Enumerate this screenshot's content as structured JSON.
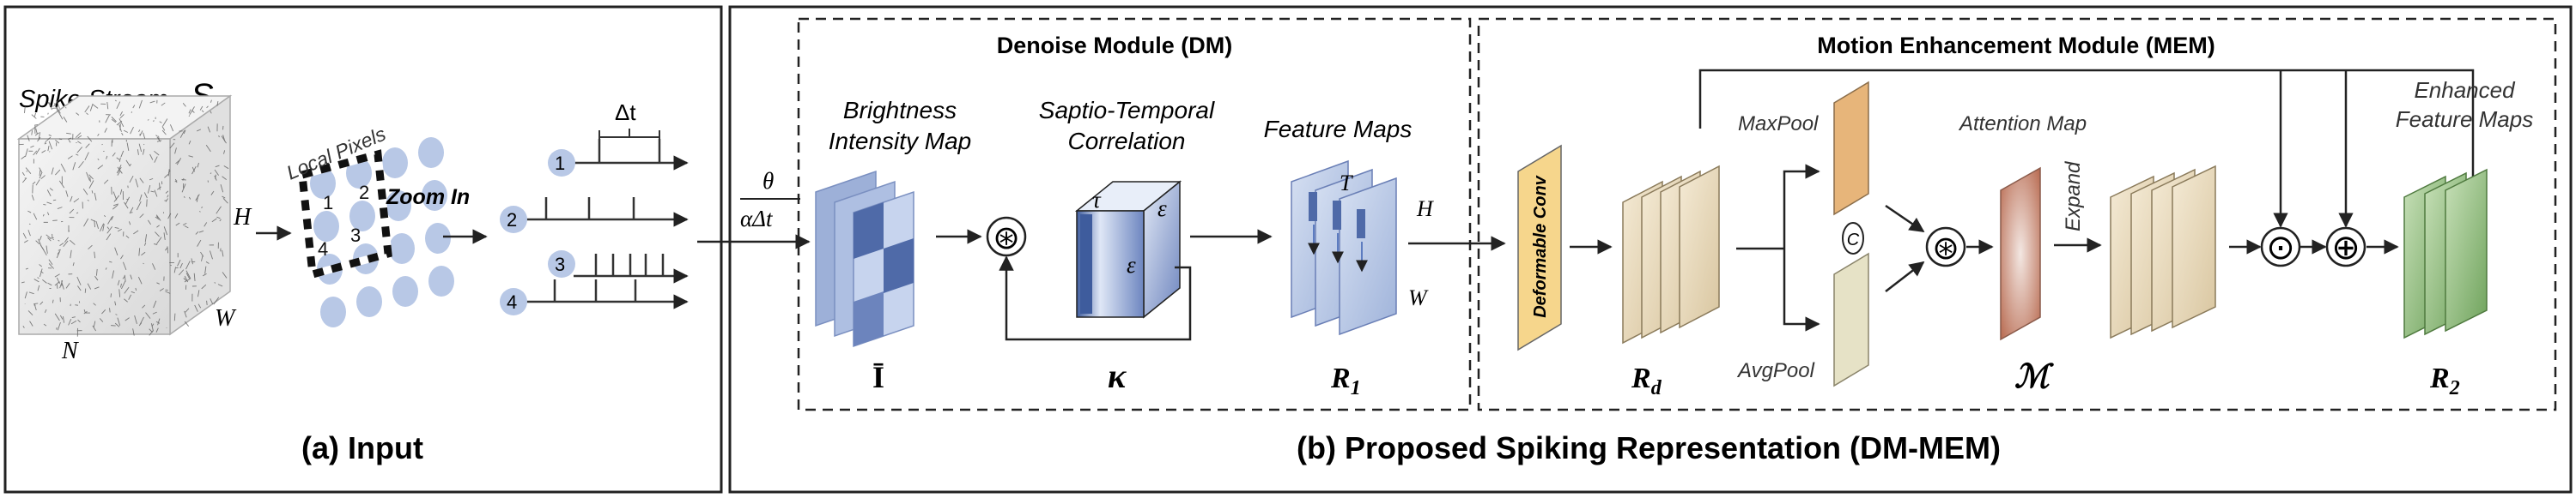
{
  "panel_a": {
    "caption": "(a) Input",
    "spike_stream_label": "Spike Stream",
    "spike_stream_symbol": "S",
    "axis_h": "H",
    "axis_w": "W",
    "axis_n": "N",
    "local_pixels": "Local Pixels",
    "zoom_in": "Zoom In",
    "delta_t": "Δt",
    "pixel_ids": [
      "1",
      "2",
      "3",
      "4"
    ]
  },
  "transition": {
    "numerator": "θ",
    "denominator": "αΔt"
  },
  "panel_b": {
    "caption": "(b) Proposed Spiking Representation (DM-MEM)",
    "dm": {
      "title": "Denoise Module (DM)",
      "brightness_line1": "Brightness",
      "brightness_line2": "Intensity Map",
      "stc_line1": "Saptio-Temporal",
      "stc_line2": "Correlation",
      "feature_maps": "Feature Maps",
      "i_bar": "Ī",
      "kappa": "κ",
      "r1_main": "R",
      "r1_sub": "1",
      "tau": "τ",
      "epsilon": "ε",
      "t_label": "T",
      "h_label": "H",
      "w_label": "W",
      "conv_op": "⊛"
    },
    "mem": {
      "title": "Motion Enhancement Module (MEM)",
      "deformable_conv": "Deformable Conv",
      "maxpool": "MaxPool",
      "avgpool": "AvgPool",
      "concat": "C",
      "attention_map": "Attention Map",
      "expand": "Expand",
      "enhanced_line1": "Enhanced",
      "enhanced_line2": "Feature Maps",
      "rd_main": "R",
      "rd_sub": "d",
      "m_symbol": "ℳ",
      "r2_main": "R",
      "r2_sub": "2",
      "conv_op": "⊛",
      "odot": "⊙",
      "oplus": "⊕"
    }
  },
  "colors": {
    "blue_dark": "#4f6aa8",
    "blue_light": "#b8c8e6",
    "orange_pool": "#e7b57a",
    "beige_pool": "#e6e2c6",
    "beige_layer": "#e9dcc0",
    "green_layer": "#8cb97a",
    "deform_yellow": "#f6d68c",
    "attention_red": "#c9846e"
  }
}
